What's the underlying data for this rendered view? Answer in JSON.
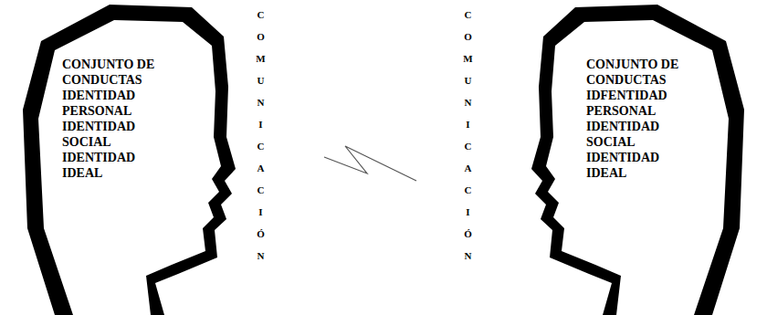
{
  "diagram": {
    "nodes": [
      {
        "text": [
          "CONJUNTO DE CONDUCTAS",
          "IDENTIDAD PERSONAL",
          "IDENTIDAD SOCIAL",
          "IDENTIDAD IDEAL"
        ]
      },
      {
        "text": [
          "CONJUNTO DE CONDUCTAS",
          "IDFENTIDAD PERSONAL",
          "IDENTIDAD SOCIAL",
          "IDENTIDAD IDEAL"
        ]
      }
    ],
    "labels": [
      "COMUNICACIÓN",
      "COMUNICACIÓN"
    ]
  }
}
